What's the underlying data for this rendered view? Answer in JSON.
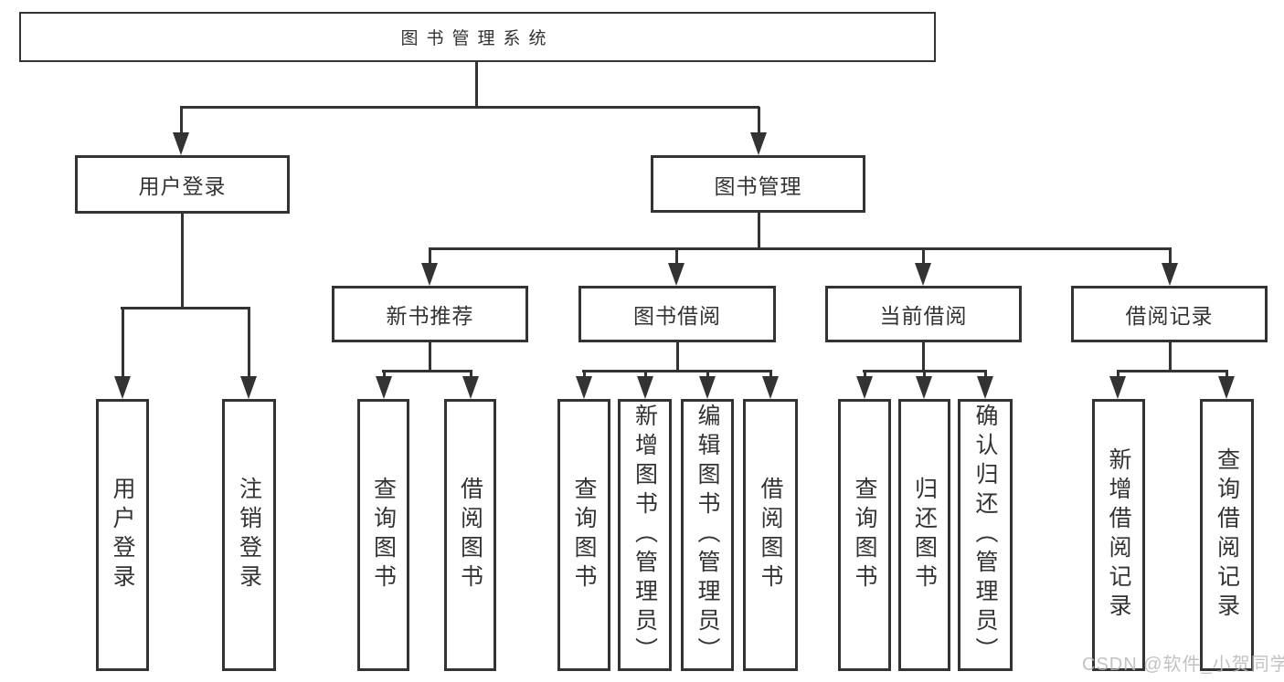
{
  "diagram": {
    "root": {
      "label": "图书管理系统"
    },
    "level2": [
      {
        "label": "用户登录"
      },
      {
        "label": "图书管理"
      }
    ],
    "level3": [
      {
        "label": "新书推荐"
      },
      {
        "label": "图书借阅"
      },
      {
        "label": "当前借阅"
      },
      {
        "label": "借阅记录"
      }
    ],
    "leaves": [
      {
        "label": "用户登录"
      },
      {
        "label": "注销登录"
      },
      {
        "label": "查询图书"
      },
      {
        "label": "借阅图书"
      },
      {
        "label": "查询图书"
      },
      {
        "label": "新增图书（管理员）"
      },
      {
        "label": "编辑图书（管理员）"
      },
      {
        "label": "借阅图书"
      },
      {
        "label": "查询图书"
      },
      {
        "label": "归还图书"
      },
      {
        "label": "确认归还（管理员）"
      },
      {
        "label": "新增借阅记录"
      },
      {
        "label": "查询借阅记录"
      }
    ]
  },
  "watermark": {
    "text": "CSDN @软件_小贺同学"
  },
  "colors": {
    "line": "#333333",
    "text": "#333333",
    "box_fill": "#ffffff",
    "background": "#ffffff",
    "watermark": "#b8b8b8"
  }
}
